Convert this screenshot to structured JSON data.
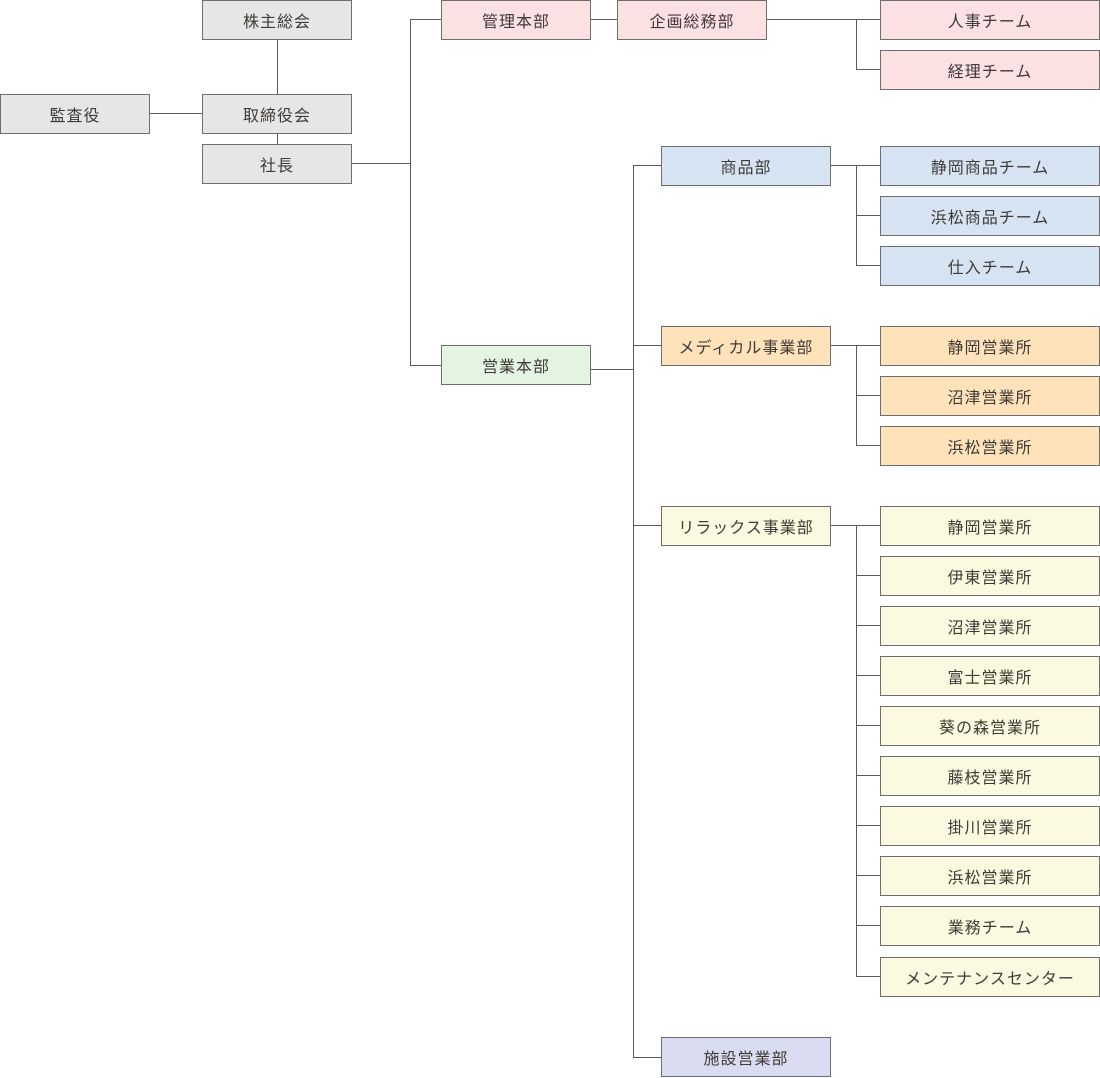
{
  "colors": {
    "gray": "#e6e6e6",
    "pink": "#fbe1e1",
    "blue": "#d5e3f3",
    "green": "#e3f4e1",
    "orange": "#fde2ba",
    "yellow": "#fbf9df",
    "purple": "#dadcf2",
    "line": "#5a5a5a",
    "text": "#3f3a36"
  },
  "governance": {
    "shareholders": "株主総会",
    "auditor": "監査役",
    "board": "取締役会",
    "president": "社長"
  },
  "admin": {
    "hq": "管理本部",
    "planning": "企画総務部",
    "teams": [
      "人事チーム",
      "経理チーム"
    ]
  },
  "sales": {
    "hq": "営業本部",
    "product": {
      "label": "商品部",
      "teams": [
        "静岡商品チーム",
        "浜松商品チーム",
        "仕入チーム"
      ]
    },
    "medical": {
      "label": "メディカル事業部",
      "offices": [
        "静岡営業所",
        "沼津営業所",
        "浜松営業所"
      ]
    },
    "relax": {
      "label": "リラックス事業部",
      "offices": [
        "静岡営業所",
        "伊東営業所",
        "沼津営業所",
        "富士営業所",
        "葵の森営業所",
        "藤枝営業所",
        "掛川営業所",
        "浜松営業所",
        "業務チーム",
        "メンテナンスセンター"
      ]
    },
    "facility": "施設営業部"
  }
}
